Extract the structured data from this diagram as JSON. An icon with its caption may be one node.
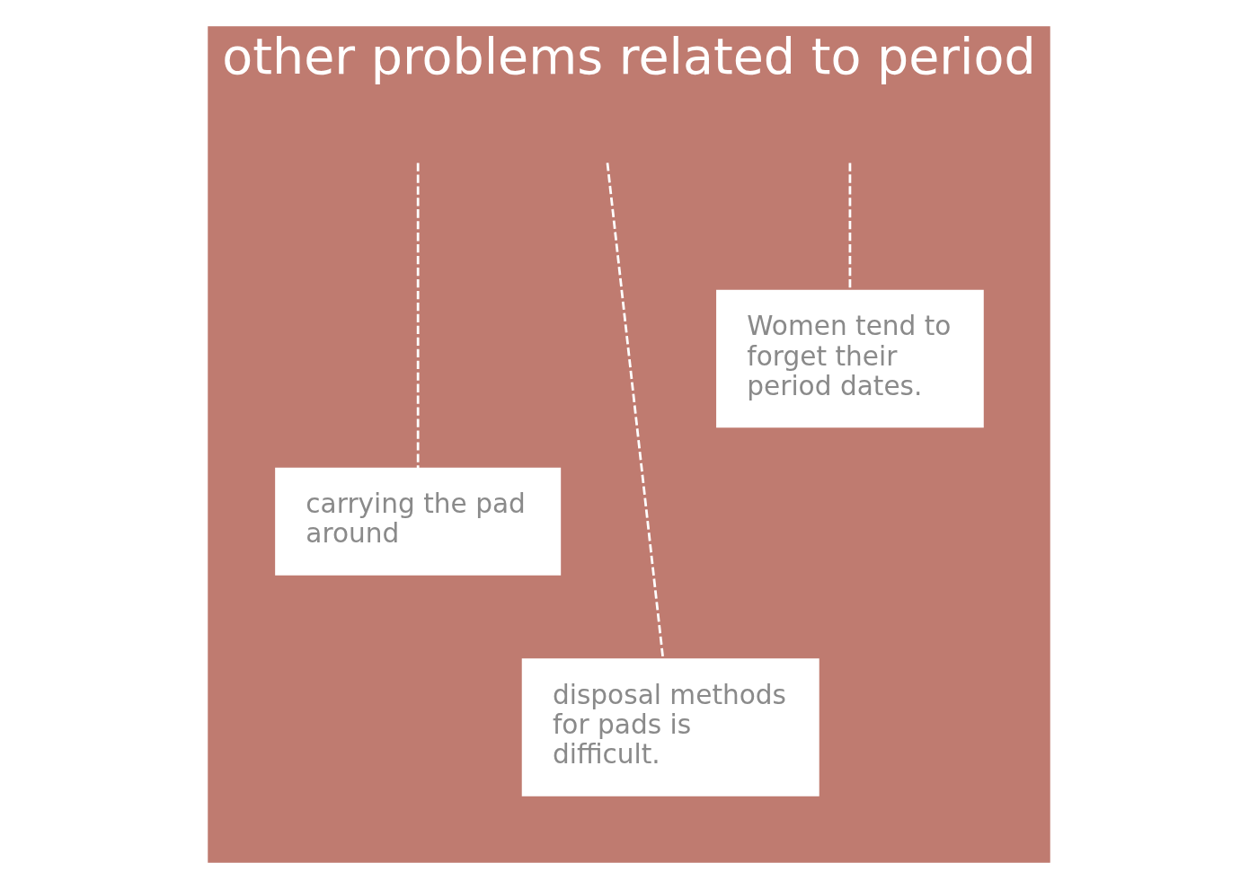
{
  "diagram": {
    "nodes": [
      {
        "text": [
          "other problems related to period"
        ]
      },
      {
        "text": [
          "Women tend to forget their period dates."
        ],
        "in": 0
      },
      {
        "text": [
          "carrying the pad around"
        ],
        "in": 0
      },
      {
        "text": [
          "disposal methods for pads is difficult."
        ],
        "in": 0
      }
    ],
    "edges": [
      {
        "from": null,
        "to": 1,
        "arrow": "none",
        "style": "dashed"
      },
      {
        "from": null,
        "to": 3,
        "arrow": "none",
        "style": "dashed"
      },
      {
        "from": null,
        "to": 2,
        "arrow": "none",
        "style": "dashed"
      }
    ]
  }
}
